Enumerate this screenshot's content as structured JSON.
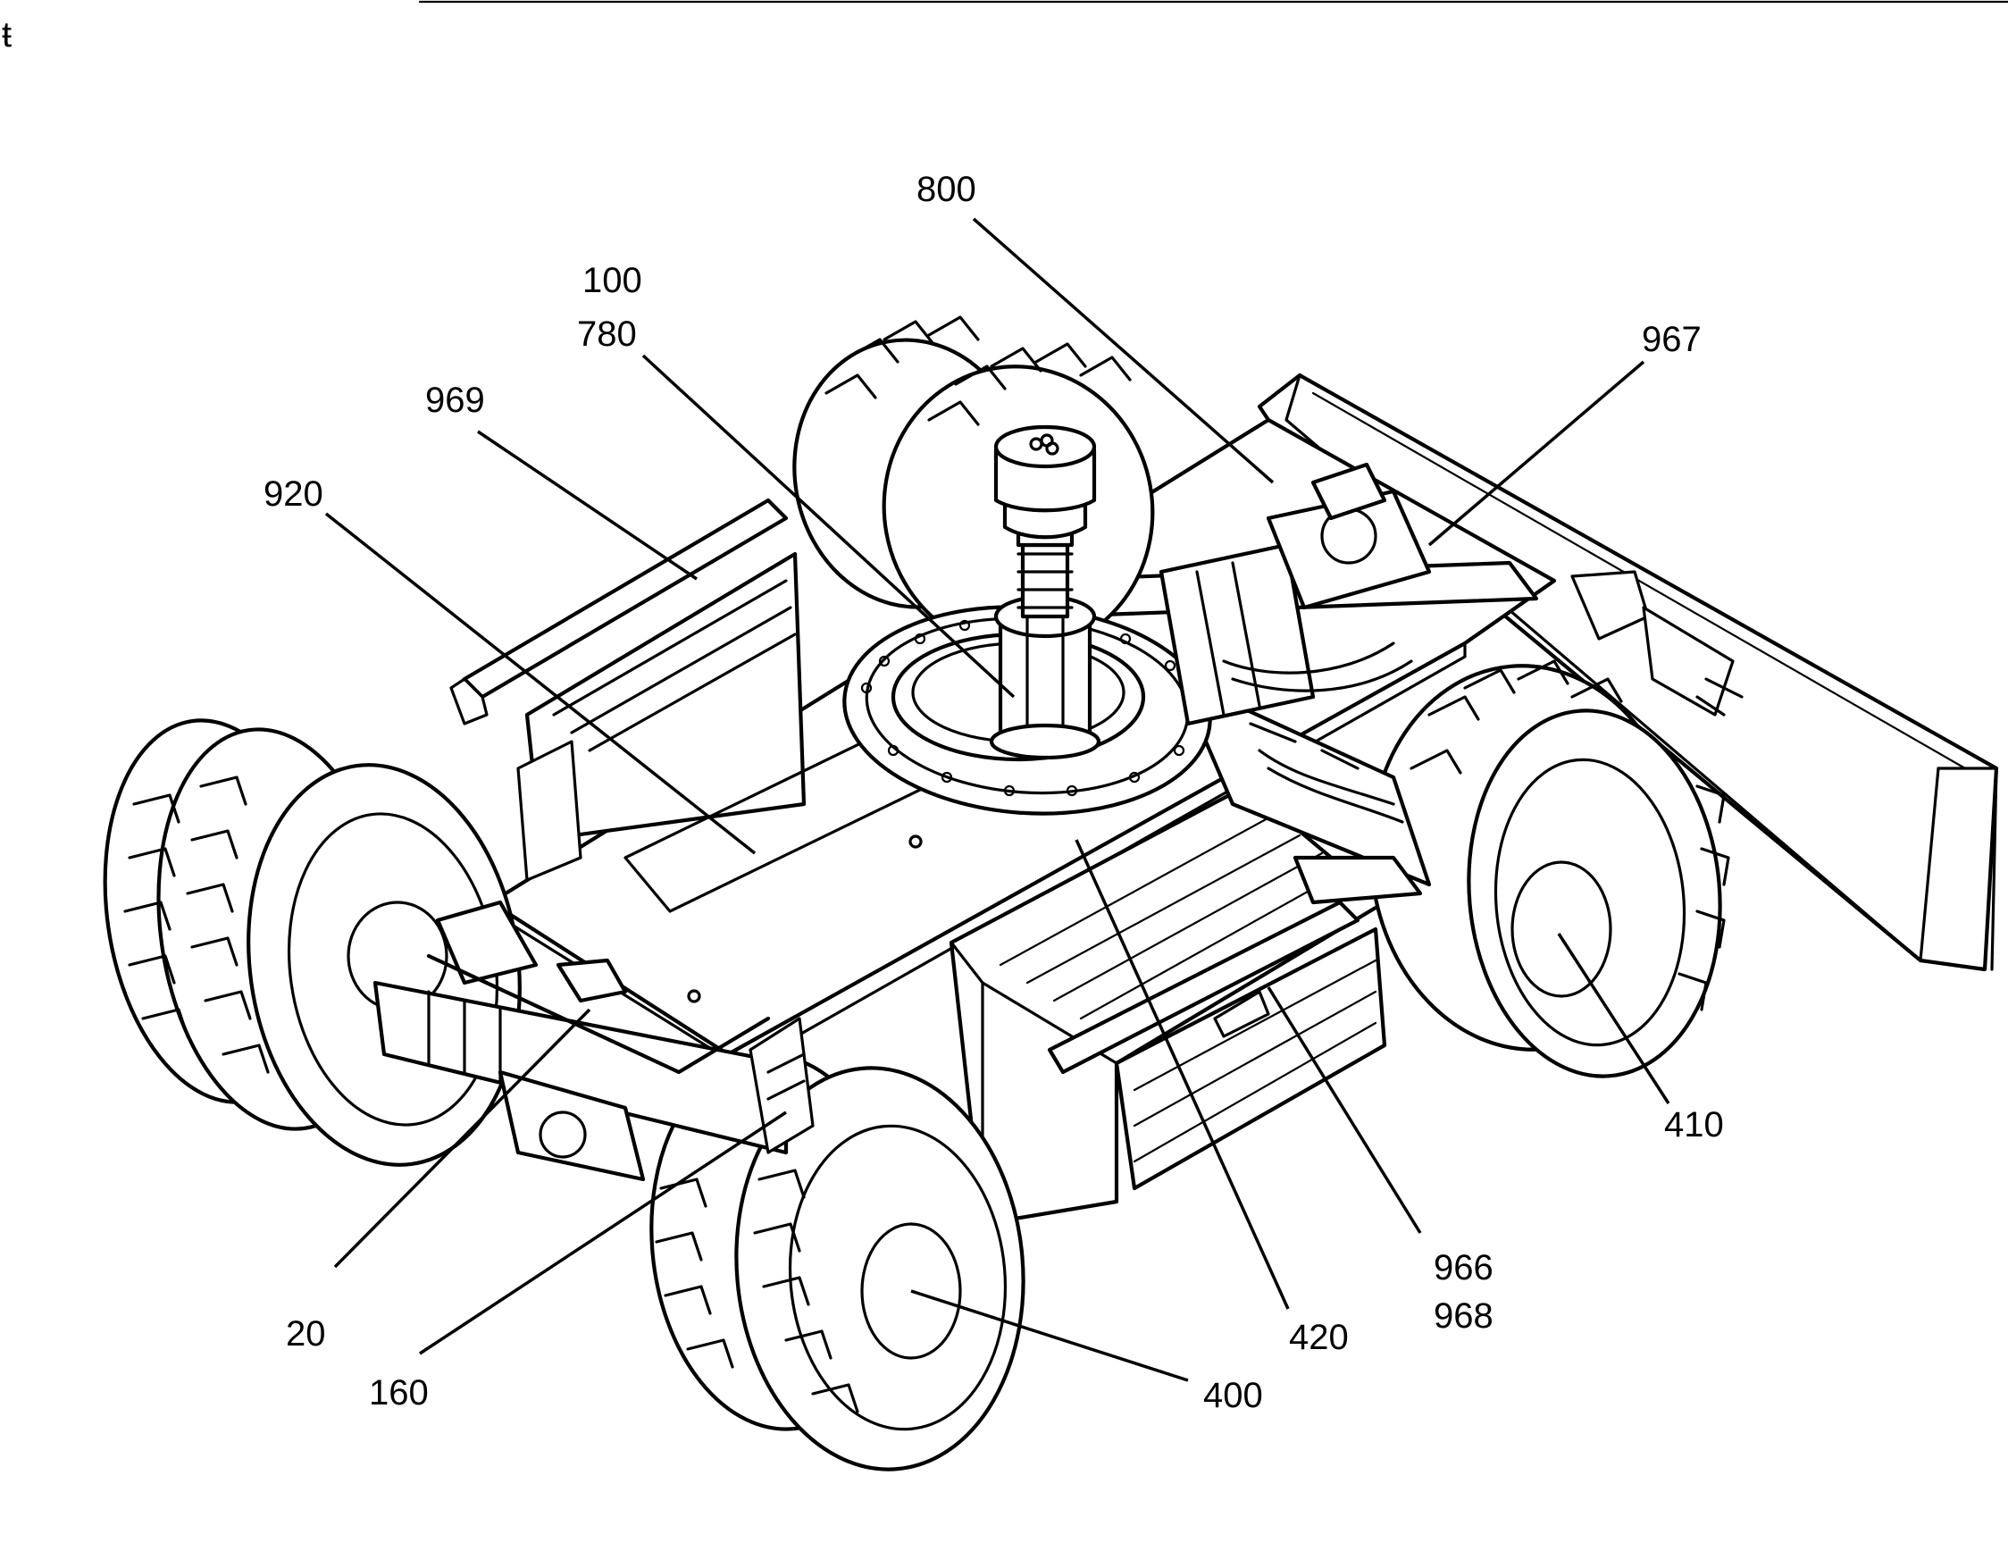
{
  "colors": {
    "ink": "#000000",
    "paper": "#ffffff"
  },
  "callouts": [
    {
      "id": "c-800",
      "text": "800"
    },
    {
      "id": "c-100",
      "text": "100"
    },
    {
      "id": "c-780",
      "text": "780"
    },
    {
      "id": "c-967",
      "text": "967"
    },
    {
      "id": "c-969",
      "text": "969"
    },
    {
      "id": "c-920",
      "text": "920"
    },
    {
      "id": "c-410",
      "text": "410"
    },
    {
      "id": "c-966",
      "text": "966"
    },
    {
      "id": "c-968",
      "text": "968"
    },
    {
      "id": "c-420",
      "text": "420"
    },
    {
      "id": "c-20",
      "text": "20"
    },
    {
      "id": "c-160",
      "text": "160"
    },
    {
      "id": "c-400",
      "text": "400"
    }
  ]
}
